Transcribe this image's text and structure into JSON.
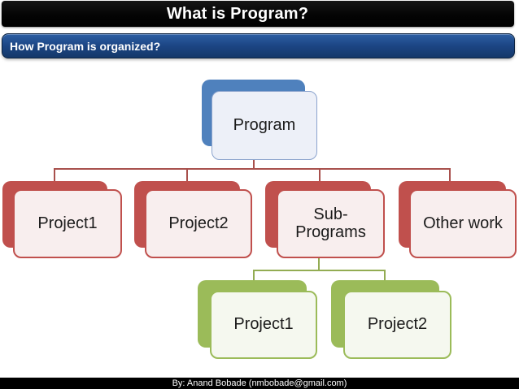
{
  "slide": {
    "title": "What is Program?",
    "subtitle": "How Program is organized?",
    "footer": "By: Anand Bobade (nmbobade@gmail.com)"
  },
  "colors": {
    "accent_blue": "#4f81bd",
    "accent_red": "#c0504d",
    "accent_green": "#9bbb59",
    "connector_red": "#a8504c",
    "connector_green": "#93ac53",
    "title_bar_bg": "#050505",
    "subtitle_bar_bg": "#1c4584",
    "footer_bg": "#000000",
    "node_text": "#1b1b1b"
  },
  "diagram": {
    "type": "hierarchy",
    "root": {
      "label": "Program",
      "accent": "#4f81bd"
    },
    "children": [
      {
        "label": "Project1",
        "accent": "#c0504d"
      },
      {
        "label": "Project2",
        "accent": "#c0504d"
      },
      {
        "label": "Sub-Programs",
        "accent": "#c0504d",
        "children": [
          {
            "label": "Project1",
            "accent": "#9bbb59"
          },
          {
            "label": "Project2",
            "accent": "#9bbb59"
          }
        ]
      },
      {
        "label": "Other work",
        "accent": "#c0504d"
      }
    ]
  }
}
